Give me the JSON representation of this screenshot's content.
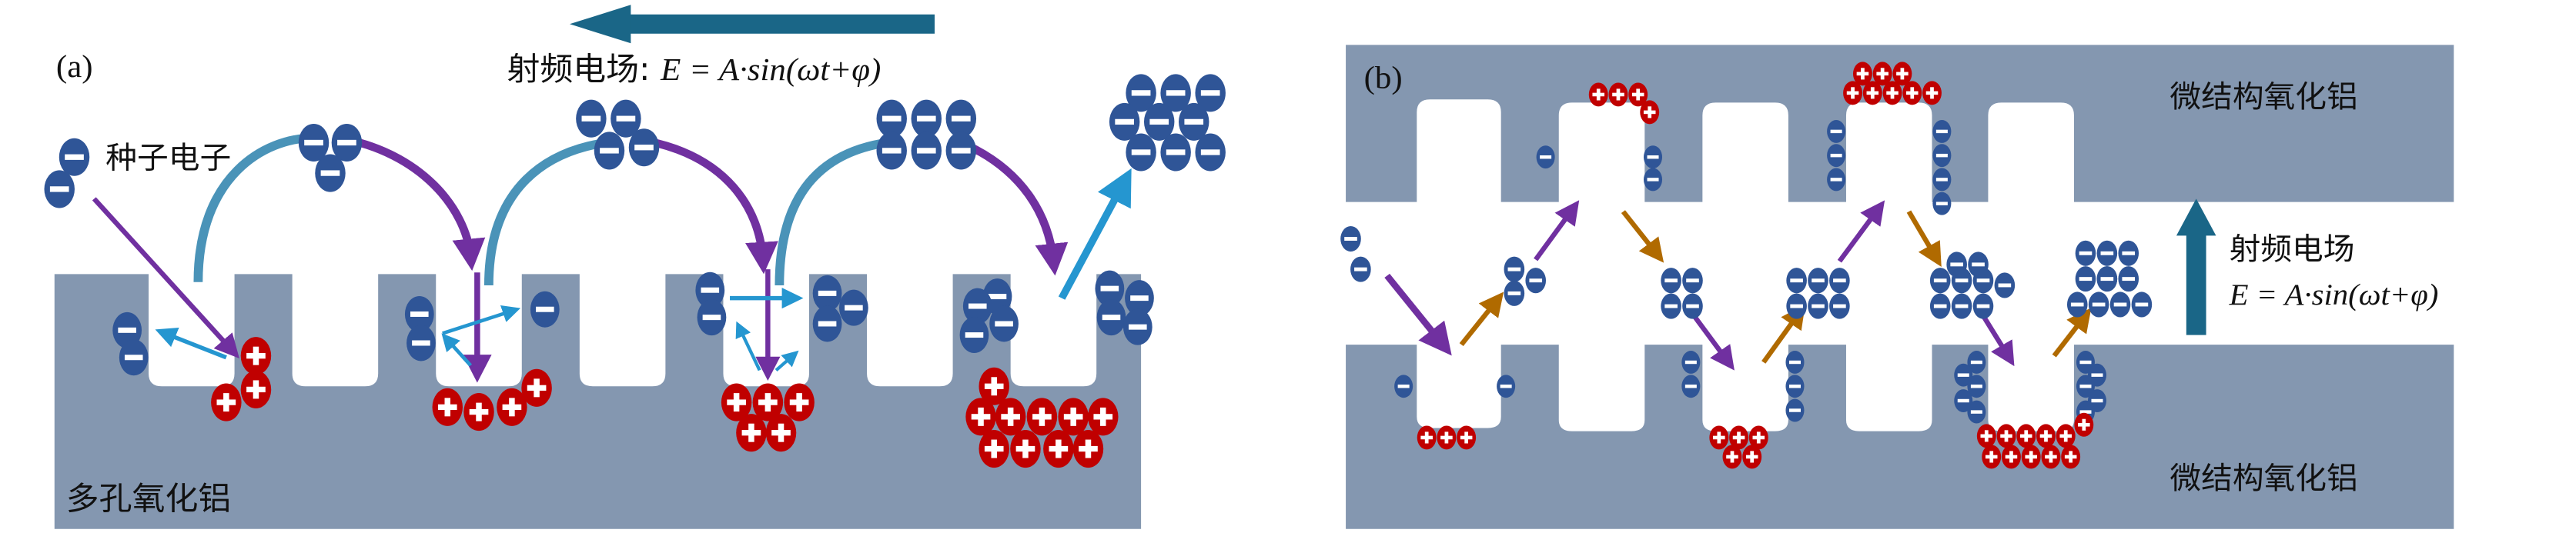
{
  "colors": {
    "substrate": "#8497b0",
    "electron": "#2f5597",
    "ion": "#c00000",
    "field_arrow": "#1a6687",
    "trajectory_up": "#4a93b8",
    "trajectory_down": "#7030a0",
    "emission": "#2596d0",
    "secondary_up": "#b06a00"
  },
  "panel_a": {
    "label": "(a)",
    "field_label": "射频电场: ",
    "field_equation": "E = A·sin(ωt+φ)",
    "field_direction": "left",
    "seed_label": "种子电子",
    "substrate_label": "多孔氧化铝",
    "pore_count": 7,
    "clusters_above": [
      {
        "name": "seed-electrons",
        "count": 2
      },
      {
        "name": "hop-1-electrons",
        "count": 3
      },
      {
        "name": "hop-2-electrons",
        "count": 4
      },
      {
        "name": "hop-3-electrons",
        "count": 6
      },
      {
        "name": "emitted-electrons",
        "count": 9
      }
    ],
    "ion_clusters": [
      {
        "name": "pore-1-ions",
        "count": 3
      },
      {
        "name": "pore-3-ions",
        "count": 4
      },
      {
        "name": "pore-5-ions",
        "count": 5
      },
      {
        "name": "pore-7-ions",
        "count": 10
      }
    ]
  },
  "panel_b": {
    "label": "(b)",
    "top_substrate_label": "微结构氧化铝",
    "bottom_substrate_label": "微结构氧化铝",
    "field_label": "射频电场",
    "field_equation": "E = A·sin(ωt+φ)",
    "field_direction": "up",
    "gap_clusters": [
      {
        "name": "seed-electrons",
        "count": 2
      },
      {
        "name": "hop-1-electrons",
        "count": 3
      },
      {
        "name": "hop-2-electrons",
        "count": 4
      },
      {
        "name": "hop-3-electrons",
        "count": 6
      },
      {
        "name": "hop-4-electrons",
        "count": 9
      },
      {
        "name": "hop-5-electrons",
        "count": 11
      }
    ],
    "top_ion_clusters": [
      {
        "name": "top-pore-2-ions",
        "count": 4
      },
      {
        "name": "top-pore-4-ions",
        "count": 8
      }
    ],
    "bottom_ion_clusters": [
      {
        "name": "bottom-pore-1-ions",
        "count": 3
      },
      {
        "name": "bottom-pore-3-ions",
        "count": 5
      },
      {
        "name": "bottom-pore-5-ions",
        "count": 11
      }
    ]
  }
}
